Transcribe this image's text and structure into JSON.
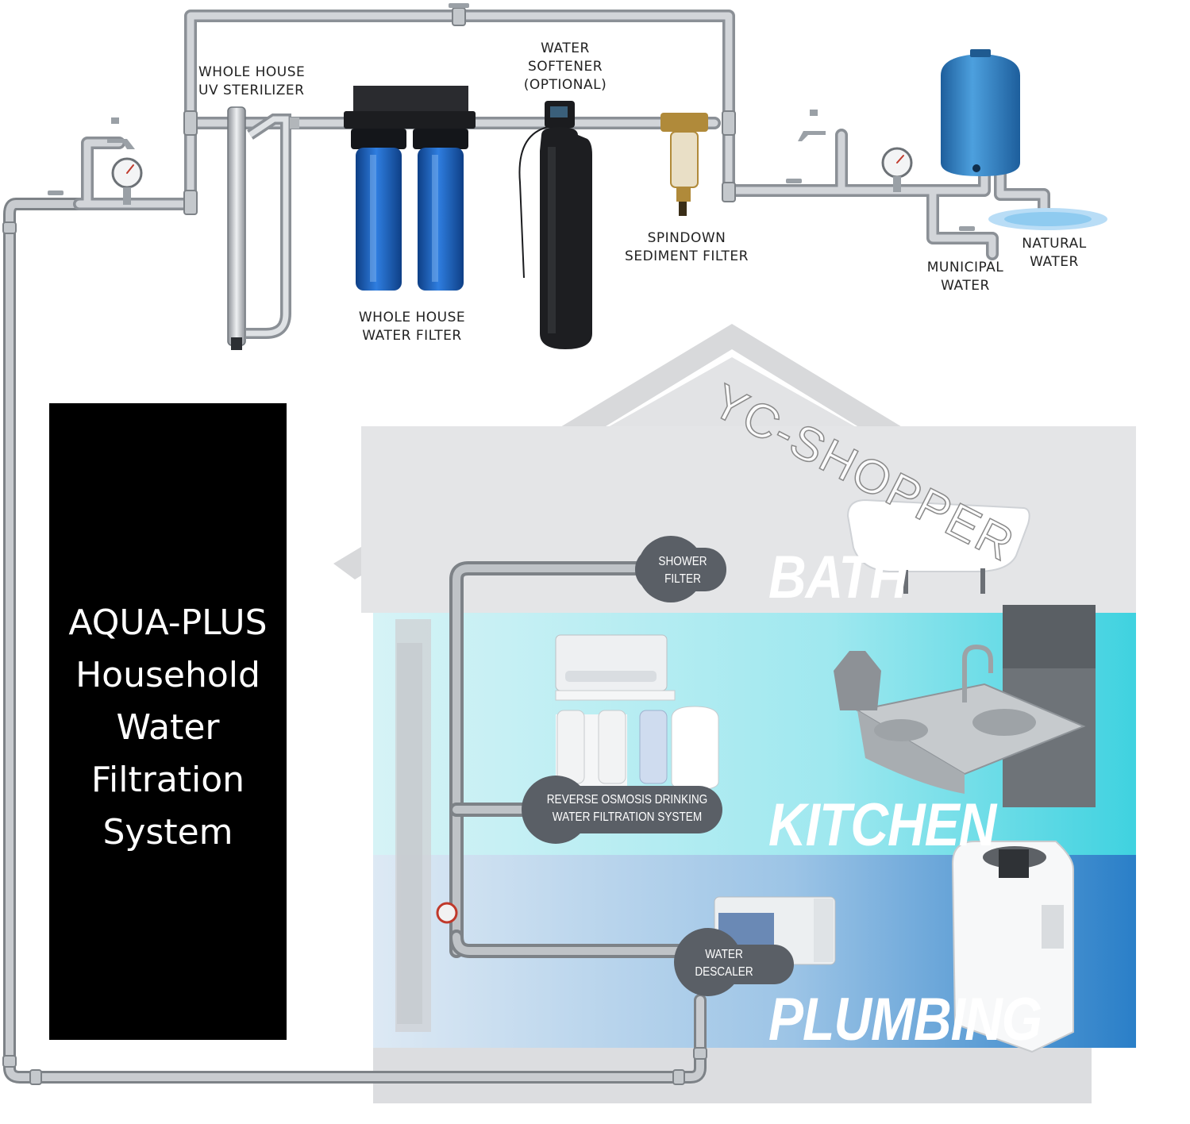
{
  "panel": {
    "title_lines": [
      "AQUA-PLUS",
      "Household",
      "Water",
      "Filtration",
      "System"
    ]
  },
  "watermark": "YC-SHOPPER",
  "components": {
    "uv_sterilizer": [
      "WHOLE HOUSE",
      "UV STERILIZER"
    ],
    "water_softener": [
      "WATER",
      "SOFTENER",
      "(OPTIONAL)"
    ],
    "whole_house_filter": [
      "WHOLE HOUSE",
      "WATER FILTER"
    ],
    "spindown_filter": [
      "SPINDOWN",
      "SEDIMENT FILTER"
    ],
    "municipal_water": [
      "MUNICIPAL",
      "WATER"
    ],
    "natural_water": [
      "NATURAL",
      "WATER"
    ]
  },
  "house": {
    "rooms": {
      "bath": "BATH",
      "kitchen": "KITCHEN",
      "plumbing": "PLUMBING"
    },
    "badges": {
      "shower_filter": [
        "SHOWER",
        "FILTER"
      ],
      "reverse_osmosis": [
        "REVERSE OSMOSIS DRINKING",
        "WATER FILTRATION SYSTEM"
      ],
      "water_descaler": [
        "WATER",
        "DESCALER"
      ]
    }
  },
  "colors": {
    "pipe": "#b9bcc0",
    "pipe_dark": "#7d8287",
    "filter_blue": "#1f5fae",
    "tank_blue": "#2f7fc0",
    "kitchen_band": "#5fd8e6",
    "plumbing_band": "#2a7fc8",
    "badge": "#5a5f66"
  }
}
